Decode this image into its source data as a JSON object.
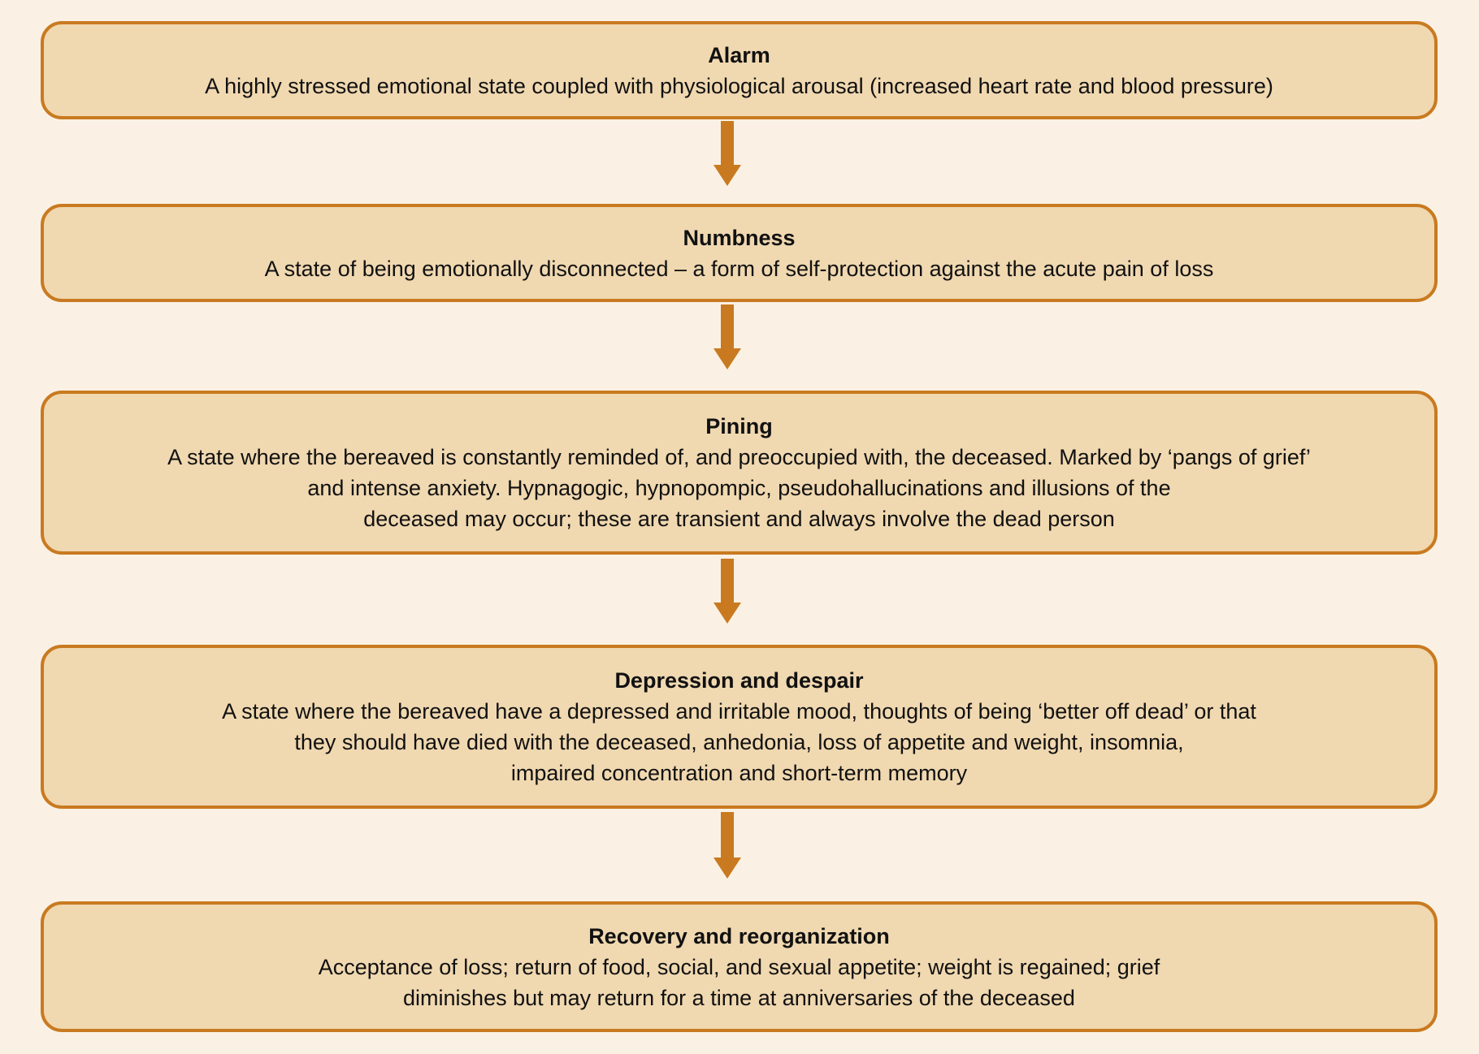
{
  "colors": {
    "background": "#faf1e4",
    "box_fill": "#f0d8b0",
    "box_border": "#c97a20",
    "arrow": "#c97a20",
    "text": "#111111"
  },
  "stages": [
    {
      "title": "Alarm",
      "lines": [
        "A highly stressed emotional state coupled with physiological arousal (increased heart rate and blood pressure)"
      ]
    },
    {
      "title": "Numbness",
      "lines": [
        "A state of being emotionally disconnected – a form of self-protection against the acute pain of loss"
      ]
    },
    {
      "title": "Pining",
      "lines": [
        "A state where the bereaved is constantly reminded of, and preoccupied with, the deceased. Marked by ‘pangs of grief’",
        "and intense anxiety. Hypnagogic, hypnopompic, pseudohallucinations and illusions of the",
        "deceased may occur; these are transient and always involve the dead person"
      ]
    },
    {
      "title": "Depression and despair",
      "lines": [
        "A state where the bereaved have a depressed and irritable mood, thoughts of being ‘better off dead’ or that",
        "they should have died with the deceased, anhedonia, loss of appetite and weight, insomnia,",
        "impaired concentration and short-term memory"
      ]
    },
    {
      "title": "Recovery and reorganization",
      "lines": [
        "Acceptance of loss; return of food, social, and sexual appetite; weight is regained; grief",
        "diminishes but may return for a time at anniversaries of the deceased"
      ]
    }
  ],
  "arrows": [
    "down-arrow-icon",
    "down-arrow-icon",
    "down-arrow-icon",
    "down-arrow-icon"
  ]
}
